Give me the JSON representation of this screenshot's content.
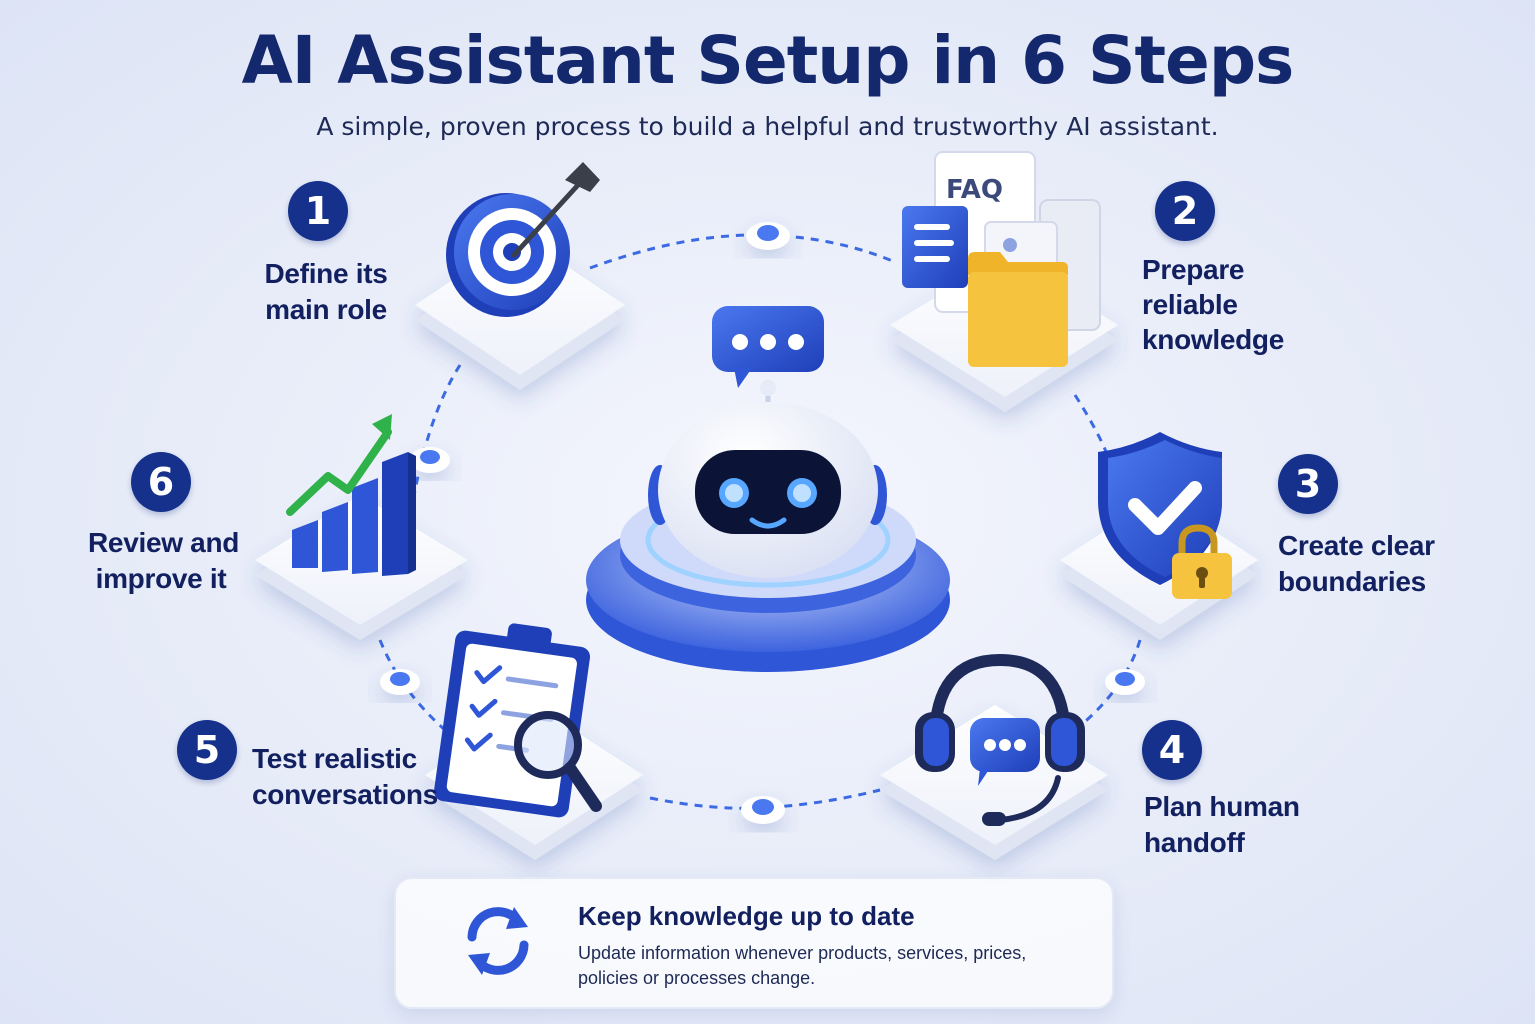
{
  "title": "AI Assistant Setup in 6 Steps",
  "subtitle": "A simple, proven process to build a helpful and trustworthy AI assistant.",
  "steps": [
    {
      "number": "1",
      "lines": [
        "Define its",
        "main role"
      ],
      "icon": "target-icon"
    },
    {
      "number": "2",
      "lines": [
        "Prepare",
        "reliable",
        "knowledge"
      ],
      "icon": "documents-folder-icon",
      "document_label": "FAQ"
    },
    {
      "number": "3",
      "lines": [
        "Create clear",
        "boundaries"
      ],
      "icon": "shield-lock-icon"
    },
    {
      "number": "4",
      "lines": [
        "Plan human",
        "handoff"
      ],
      "icon": "headset-chat-icon"
    },
    {
      "number": "5",
      "lines": [
        "Test realistic",
        "conversations"
      ],
      "icon": "clipboard-magnifier-icon"
    },
    {
      "number": "6",
      "lines": [
        "Review and",
        "improve it"
      ],
      "icon": "growth-chart-icon"
    }
  ],
  "center": {
    "icon": "robot-chat-icon"
  },
  "tip": {
    "title": "Keep knowledge up to date",
    "body": "Update information whenever products, services, prices, policies or processes change.",
    "icon": "refresh-icon"
  },
  "colors": {
    "navy": "#15318c",
    "blue": "#2e56d6",
    "green": "#2fb24a",
    "yellow": "#f6c33e"
  }
}
